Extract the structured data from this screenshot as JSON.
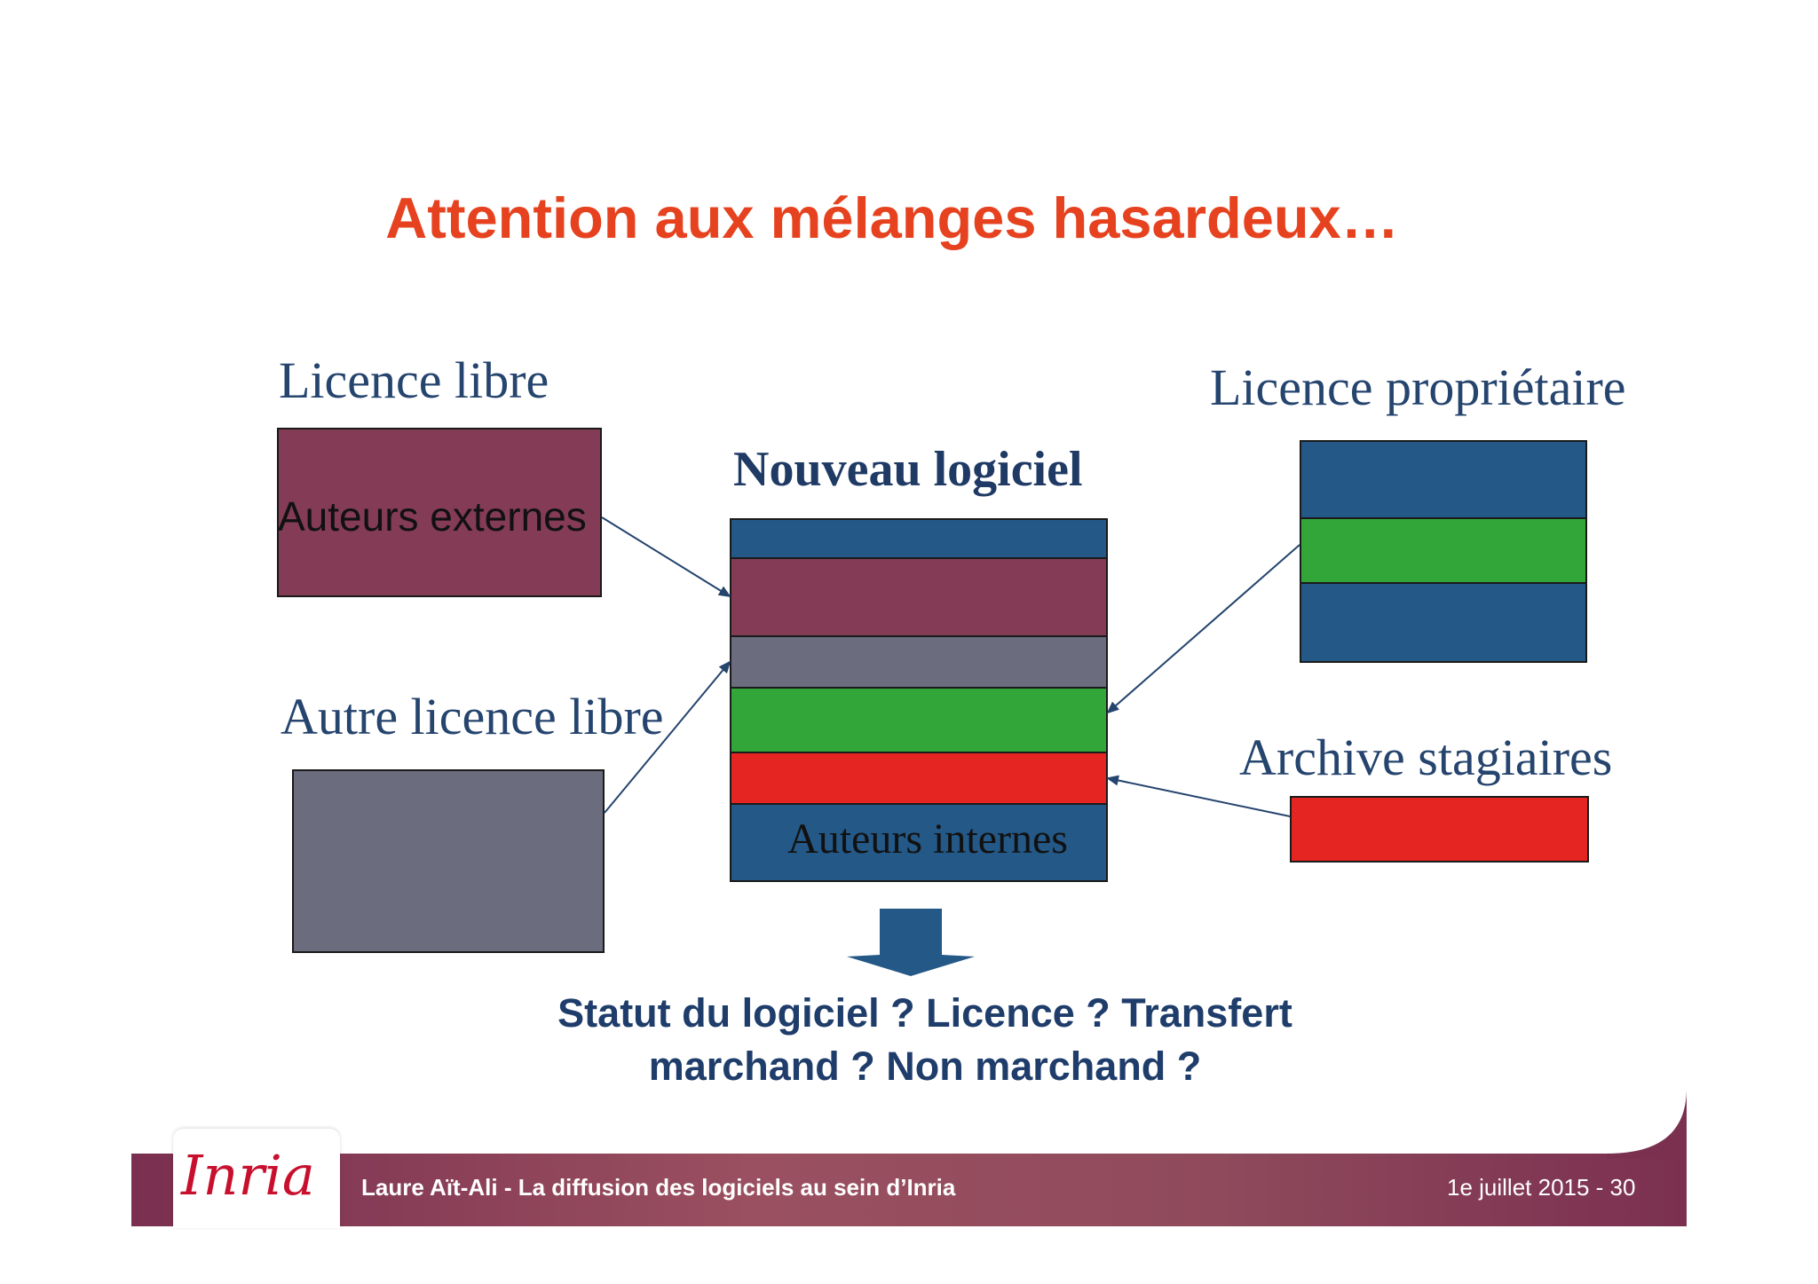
{
  "slide": {
    "title": "Attention aux mélanges hasardeux…",
    "labels": {
      "licence_libre": "Licence libre",
      "licence_proprietaire": "Licence propriétaire",
      "autre_licence_libre": "Autre licence libre",
      "archive_stagiaires": "Archive stagiaires",
      "nouveau_logiciel": "Nouveau logiciel"
    },
    "boxes": {
      "auteurs_externes": "Auteurs externes",
      "auteurs_internes": "Auteurs internes"
    },
    "question_line1": "Statut du logiciel ? Licence ? Transfert",
    "question_line2": "marchand ? Non marchand ?"
  },
  "footer": {
    "logo": "Inria",
    "left": "Laure Aït-Ali - La diffusion des logiciels au sein d’Inria",
    "right": "1e juillet 2015 - 30"
  },
  "colors": {
    "title": "#e6421f",
    "blue": "#245887",
    "maroon": "#833b56",
    "gray": "#6b6d7e",
    "green": "#33a63a",
    "red": "#e52522",
    "footer": "#833b56"
  }
}
